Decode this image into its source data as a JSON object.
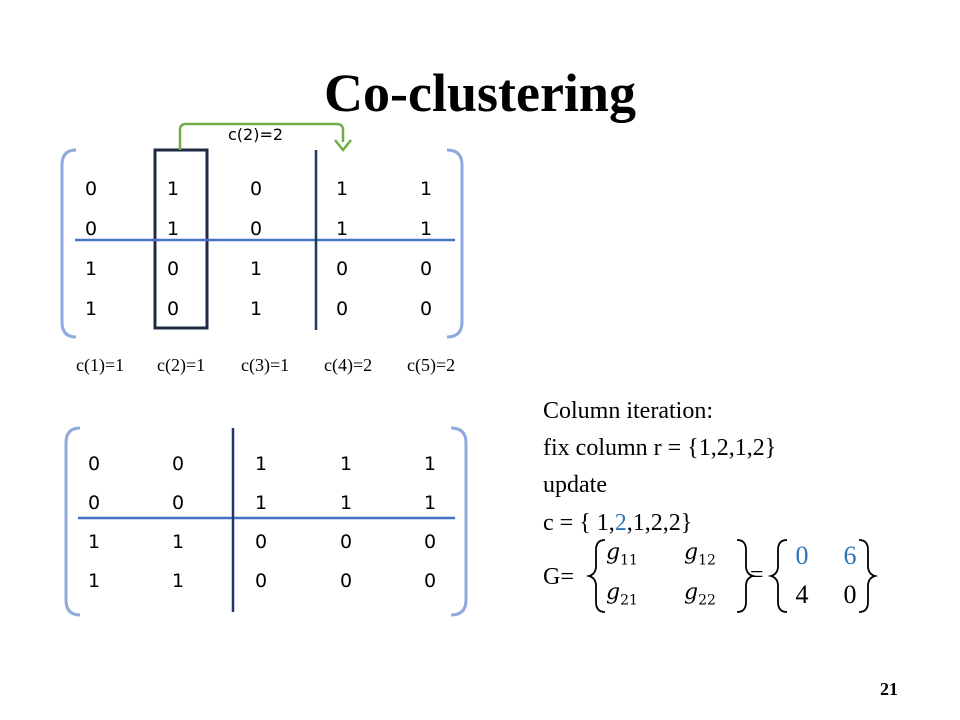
{
  "title": "Co-clustering",
  "top_matrix": {
    "swap_label": "c(2)=2",
    "rows": [
      [
        "0",
        "1",
        "0",
        "1",
        "1"
      ],
      [
        "0",
        "1",
        "0",
        "1",
        "1"
      ],
      [
        "1",
        "0",
        "1",
        "0",
        "0"
      ],
      [
        "1",
        "0",
        "1",
        "0",
        "0"
      ]
    ],
    "col_labels": [
      "c(1)=1",
      "c(2)=1",
      "c(3)=1",
      "c(4)=2",
      "c(5)=2"
    ]
  },
  "bottom_matrix": {
    "rows": [
      [
        "0",
        "0",
        "1",
        "1",
        "1"
      ],
      [
        "0",
        "0",
        "1",
        "1",
        "1"
      ],
      [
        "1",
        "1",
        "0",
        "0",
        "0"
      ],
      [
        "1",
        "1",
        "0",
        "0",
        "0"
      ]
    ]
  },
  "explanation": {
    "line1": "Column iteration:",
    "line2": "fix column r = {1,2,1,2}",
    "line3": "update",
    "c_prefix": " c = { 1,",
    "c_highlight": "2",
    "c_suffix": ",1,2,2}",
    "g_label": "G=",
    "equals": "=",
    "g_symbols": [
      [
        "11",
        "12"
      ],
      [
        "21",
        "22"
      ]
    ],
    "g_values": [
      [
        "0",
        "6"
      ],
      [
        "4",
        "0"
      ]
    ]
  },
  "page_number": "21",
  "colors": {
    "border_dark": "#1F3864",
    "line_blue": "#4472C4",
    "arrow_green": "#70AD47",
    "highlight_blue": "#2E75B6"
  }
}
